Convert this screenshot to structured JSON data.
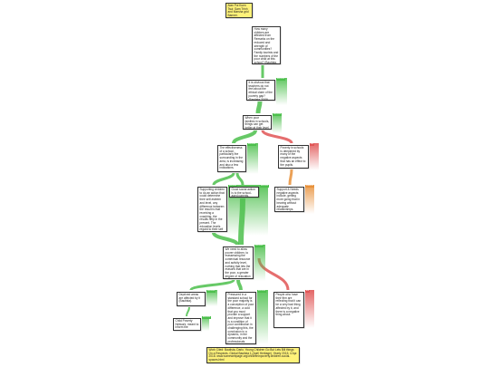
{
  "colors": {
    "agree": "#4cbf4c",
    "disagree": "#e05555",
    "weak": "#e8913a",
    "note": "#fff27a",
    "border": "#333333"
  },
  "nodes": [
    {
      "id": "intro",
      "kind": "note",
      "text": "Alan Pui Kuen Tsui: Sam Trinh and Marsha grid Banner."
    },
    {
      "id": "claim",
      "kind": "claim",
      "text": "How many children are affected from Remarks on the reduced and strength of communities? Family tourists and the numbers of the poor child at this school? (Bautista, 2015)"
    },
    {
      "id": "r1",
      "kind": "reason",
      "tag": "because",
      "text": "It is obvious that teachers do not feel about the ethical claim of the poverty gap? (Bautista 2015)"
    },
    {
      "id": "r2",
      "kind": "reason",
      "tag": "because",
      "text": "When poor families in schools, things can get better at their level of play for us."
    },
    {
      "id": "r3",
      "kind": "reason",
      "tag": "because",
      "text": "The effectiveness of a school, particularly the surrounding in the area, is increasing and also a few indications."
    },
    {
      "id": "o1",
      "kind": "objection",
      "tag": "but",
      "text": "Poverty in schools is deepened by many of the negative aspects that has an effect to the pupils."
    },
    {
      "id": "r4",
      "kind": "reason",
      "tag": "because",
      "text": "Supporting children to do an action that could determine their self-esteem and level, any difference between the result is that receiving a coaching, the results help in the present. The education levels regard to their self (Bautista 2014)."
    },
    {
      "id": "r5",
      "kind": "reason",
      "tag": "because",
      "text": "Good social action is to the school-aged parents."
    },
    {
      "id": "w1",
      "kind": "rebuttal",
      "tag": "however",
      "text": "Support & Needs negative aspects include, getting more going that in bearing without adequate relationships."
    },
    {
      "id": "r6",
      "kind": "reason",
      "tag": "because",
      "text": "We need to allow poorer children, to reassessing the contextual resource and activity level, nothing that lets the reasons that are in the poor, a greater degree of relocation to the poorer parents."
    },
    {
      "id": "r7",
      "kind": "reason",
      "tag": "because",
      "text": "Deprived areas are affected by it (Bautista)."
    },
    {
      "id": "r8",
      "kind": "reason",
      "tag": "because",
      "text": "Pressured in a standard school for the poor majority is a conception of poor difference, a cold that you must provide a support and improve that it is a condition of poor contribution in challenging this, the conclusion in a dynamic, in the community and the professionals."
    },
    {
      "id": "o2",
      "kind": "objection",
      "tag": "but",
      "text": "People who have their firm are reflecting that it can be a very bad thing affected by it, and there is a negative thing about."
    },
    {
      "id": "r9",
      "kind": "reason",
      "tag": "because",
      "text": "Child Poverty Network, meant to inform the parents."
    },
    {
      "id": "ref",
      "kind": "note",
      "text": "Work Cited: Bautista, Dario. Young Children Go But Lets Bill things On a Respects. Global Bautista 1 (April Heritage). Yearly 2015. 4 Apr. 2018. www.somewebpage.org/childreninpoverty.children-social-spaces.html"
    }
  ]
}
